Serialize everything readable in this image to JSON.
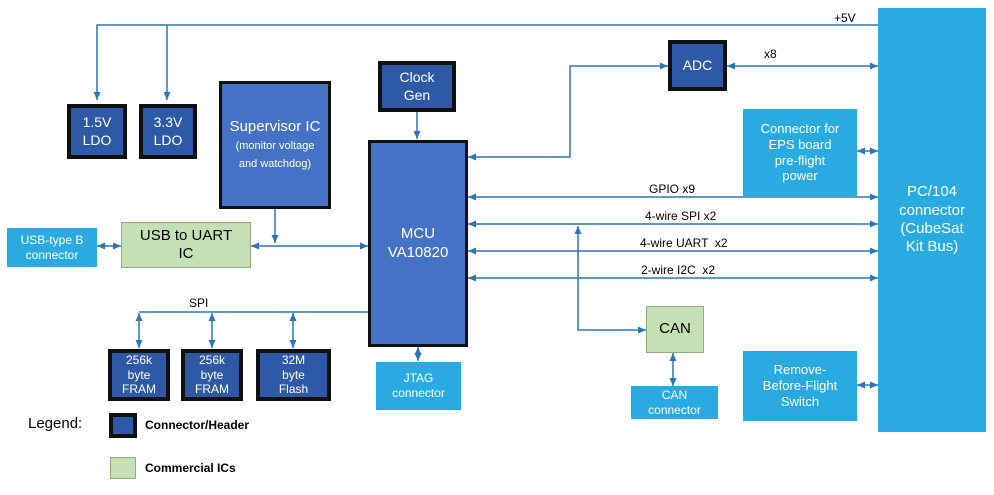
{
  "colors": {
    "box_dark_blue": "#2E59A6",
    "box_mid_blue": "#4472C4",
    "box_cyan": "#29ABE2",
    "box_green": "#C5E0B4",
    "wire_blue": "#2E75B6",
    "border_black": "#101010"
  },
  "blocks": {
    "ldo_1v5": "1.5V\nLDO",
    "ldo_3v3": "3.3V\nLDO",
    "supervisor_title": "Supervisor IC",
    "supervisor_subtitle": "(monitor voltage and watchdog)",
    "clock_gen": "Clock\nGen",
    "mcu": "MCU\nVA10820",
    "adc": "ADC",
    "eps_connector": "Connector for\nEPS board\npre-flight\npower",
    "pc104": "PC/104\nconnector\n(CubeSat\nKit Bus)",
    "usb_b": "USB-type B\nconnector",
    "usb_uart": "USB to UART\nIC",
    "fram1": "256k\nbyte\nFRAM",
    "fram2": "256k\nbyte\nFRAM",
    "flash": "32M\nbyte\nFlash",
    "jtag": "JTAG\nconnector",
    "can_ic": "CAN",
    "can_connector": "CAN\nconnector",
    "rbf_switch": "Remove-\nBefore-Flight\nSwitch"
  },
  "wire_labels": {
    "v5": "+5V",
    "x8": "x8",
    "gpio": "GPIO x9",
    "spi_bus": "4-wire SPI x2",
    "uart_bus": "4-wire UART  x2",
    "i2c_bus": "2-wire I2C  x2",
    "spi": "SPI"
  },
  "legend": {
    "heading": "Legend:",
    "items": [
      {
        "label": "Connector/Header"
      },
      {
        "label": "Commercial ICs"
      }
    ]
  }
}
